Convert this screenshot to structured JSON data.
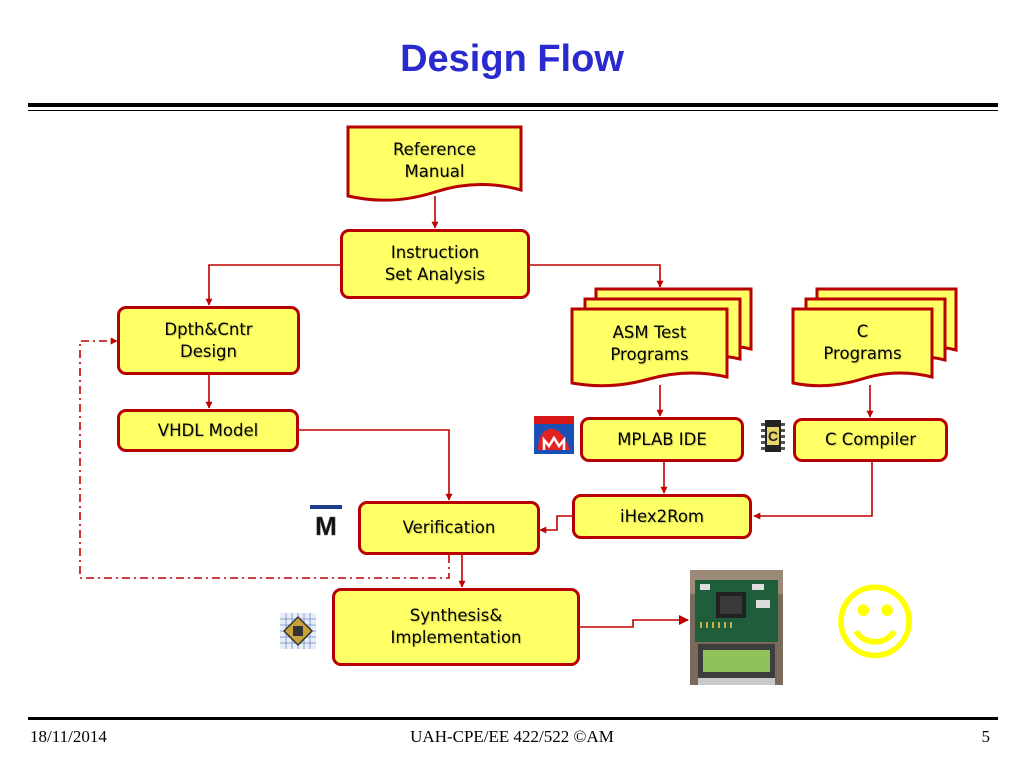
{
  "slide": {
    "title": "Design Flow",
    "footer": {
      "date": "18/11/2014",
      "center": "UAH-CPE/EE 422/522 ©AM",
      "page": "5"
    }
  },
  "nodes": {
    "reference_manual": [
      "Reference",
      "Manual"
    ],
    "isa": [
      "Instruction",
      "Set Analysis"
    ],
    "dpth": [
      "Dpth&Cntr",
      "Design"
    ],
    "vhdl": "VHDL Model",
    "asm": [
      "ASM Test",
      "Programs"
    ],
    "cprog": [
      "C",
      "Programs"
    ],
    "mplab": "MPLAB IDE",
    "ccompiler": "C Compiler",
    "ihex": "iHex2Rom",
    "verification": "Verification",
    "synthesis": [
      "Synthesis&",
      "Implementation"
    ]
  },
  "icons": {
    "mplab_icon": "mplab-icon",
    "c_compiler_icon": "c-compiler-icon",
    "modelsim_icon": "modelsim-icon",
    "ise_icon": "xilinx-ise-icon",
    "board_photo": "fpga-board-photo",
    "smiley": "smiley-icon",
    "smiley_glyph": "☺",
    "modelsim_letter": "M",
    "c_letter": "C"
  },
  "colors": {
    "title": "#2a2acf",
    "box_fill": "#ffff66",
    "box_border": "#b80000",
    "arrow": "#c00000",
    "smiley": "#ffff00"
  }
}
